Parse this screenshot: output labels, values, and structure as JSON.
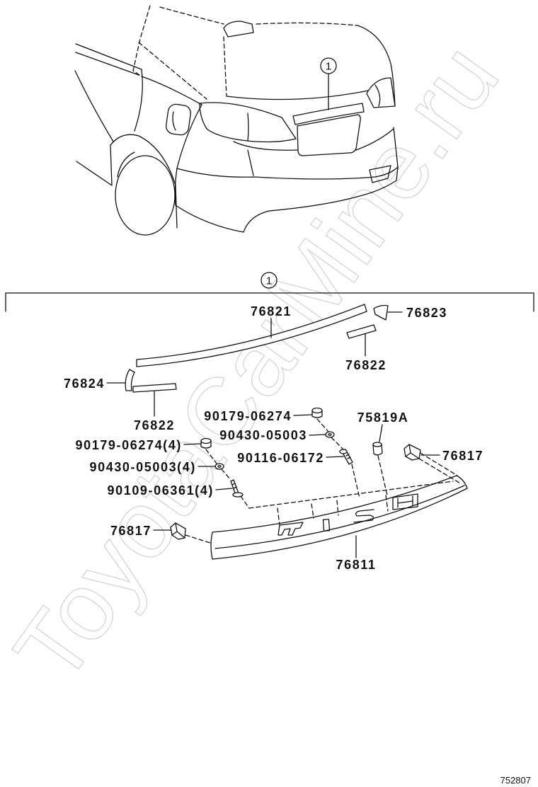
{
  "callout_number": "1",
  "parts": [
    {
      "label": "76821"
    },
    {
      "label": "76823"
    },
    {
      "label": "76822"
    },
    {
      "label": "76824"
    },
    {
      "label": "76822"
    },
    {
      "label": "90179-06274"
    },
    {
      "label": "75819A"
    },
    {
      "label": "90430-05003"
    },
    {
      "label": "90179-06274(4)"
    },
    {
      "label": "76817"
    },
    {
      "label": "90116-06172"
    },
    {
      "label": "90430-05003(4)"
    },
    {
      "label": "90109-06361(4)"
    },
    {
      "label": "76817"
    },
    {
      "label": "76811"
    }
  ],
  "diagram_code": "752807",
  "watermark": "ToyotaCarMine.ru",
  "colors": {
    "line": "#111111",
    "watermark": "#d6d6d6",
    "background": "#ffffff"
  }
}
